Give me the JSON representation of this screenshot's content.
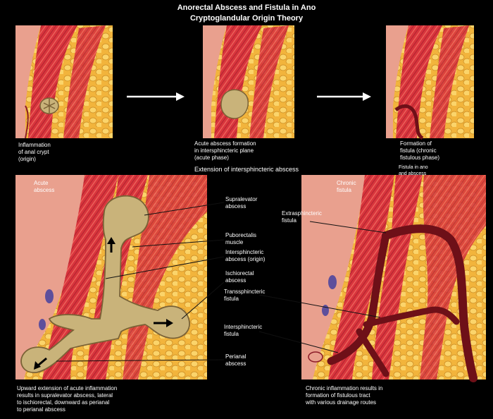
{
  "title": {
    "line1": "Anorectal Abscess and Fistula in Ano",
    "line2": "Cryptoglandular Origin Theory"
  },
  "top_panels": [
    {
      "caption_lines": [
        "Inflammation",
        "of anal crypt",
        "(origin)"
      ]
    },
    {
      "caption_lines": [
        "Acute abscess formation",
        "in intersphincteric plane",
        "(acute phase)"
      ]
    },
    {
      "caption_lines": [
        "Formation of",
        "fistula (chronic",
        "fistulous phase)"
      ]
    }
  ],
  "top_right_note_lines": [
    "Fistula in ano",
    "and abscess"
  ],
  "middle_heading": "Extension of intersphincteric abscess",
  "left_panel": {
    "heading_lines": [
      "Acute",
      "abscess"
    ],
    "labels": [
      {
        "key": "supralevator",
        "lines": [
          "Supralevator",
          "abscess"
        ]
      },
      {
        "key": "puborectalis",
        "lines": [
          "Puborectalis",
          "muscle"
        ]
      },
      {
        "key": "intersphincteric",
        "lines": [
          "Intersphincteric",
          "abscess (origin)"
        ]
      },
      {
        "key": "ischiorectal",
        "lines": [
          "Ischiorectal",
          "abscess"
        ]
      },
      {
        "key": "perianal",
        "lines": [
          "Perianal",
          "abscess"
        ]
      }
    ],
    "caption_lines": [
      "Upward extension of acute inflammation",
      "results in supralevator abscess, lateral",
      "to ischiorectal, downward as perianal",
      "to perianal abscess"
    ]
  },
  "right_panel": {
    "heading_lines": [
      "Chronic",
      "fistula"
    ],
    "labels": [
      {
        "key": "extrasphincteric",
        "lines": [
          "Extrasphincteric",
          "fistula"
        ]
      },
      {
        "key": "transsphincteric",
        "lines": [
          "Transsphincteric",
          "fistula"
        ]
      },
      {
        "key": "intersphincteric",
        "lines": [
          "Intersphincteric",
          "fistula"
        ]
      }
    ],
    "caption_lines": [
      "Chronic inflammation results in",
      "formation of fistulous tract",
      "with various drainage routes"
    ]
  },
  "colors": {
    "background": "#000000",
    "fat": "#F2B43C",
    "fat_cell": "#FBD46A",
    "muscle": "#D8343C",
    "muscle_dark": "#8C1C28",
    "mucosa": "#E9A08E",
    "abscess": "#C9B37A",
    "abscess_edge": "#7A6236",
    "fistula": "#6E1018",
    "text": "#FFFFFF"
  }
}
